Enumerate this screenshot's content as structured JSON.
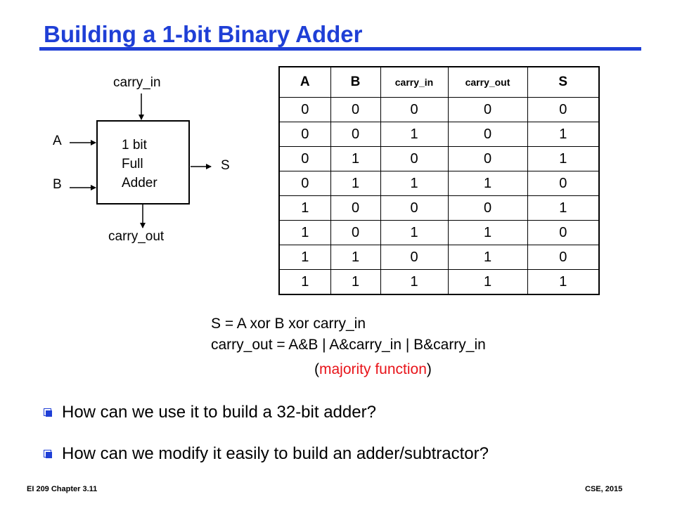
{
  "title": "Building a 1-bit Binary Adder",
  "diagram": {
    "carry_in_label": "carry_in",
    "carry_out_label": "carry_out",
    "input_a_label": "A",
    "input_b_label": "B",
    "output_s_label": "S",
    "box_lines": [
      "1 bit",
      "Full",
      "Adder"
    ]
  },
  "truth_table": {
    "headers": [
      "A",
      "B",
      "carry_in",
      "carry_out",
      "S"
    ],
    "rows": [
      [
        "0",
        "0",
        "0",
        "0",
        "0"
      ],
      [
        "0",
        "0",
        "1",
        "0",
        "1"
      ],
      [
        "0",
        "1",
        "0",
        "0",
        "1"
      ],
      [
        "0",
        "1",
        "1",
        "1",
        "0"
      ],
      [
        "1",
        "0",
        "0",
        "0",
        "1"
      ],
      [
        "1",
        "0",
        "1",
        "1",
        "0"
      ],
      [
        "1",
        "1",
        "0",
        "1",
        "0"
      ],
      [
        "1",
        "1",
        "1",
        "1",
        "1"
      ]
    ]
  },
  "equations": {
    "s_eq": "S = A  xor  B  xor  carry_in",
    "cout_eq": "carry_out  = A&B  |  A&carry_in  |  B&carry_in",
    "paren_open": "(",
    "majority": "majority function",
    "paren_close": ")"
  },
  "bullets": [
    "How can we use it to build a 32-bit adder?",
    "How can we modify it easily to build an adder/subtractor?"
  ],
  "footer": {
    "left": "EI 209 Chapter 3.11",
    "right": "CSE, 2015"
  },
  "colors": {
    "title": "#1f3fd6",
    "highlight": "#e8141a"
  }
}
